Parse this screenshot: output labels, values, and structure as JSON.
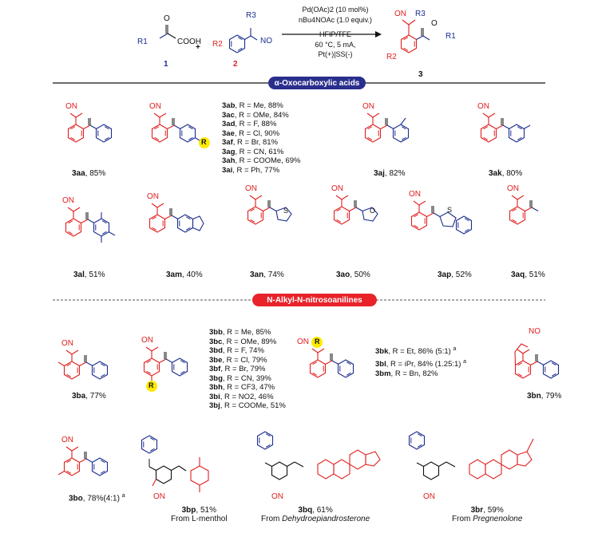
{
  "scheme": {
    "conditions": [
      "Pd(OAc)2 (10 mol%)",
      "nBu4NOAc (1.0 equiv.)",
      "HFIP/TFE",
      "60 °C, 5 mA, Pt(+)|SS(-)"
    ],
    "reactant1_num": "1",
    "reactant2_num": "2",
    "product_num": "3",
    "plus": "+"
  },
  "sections": {
    "s1": "α-Oxocarboxylic acids",
    "s2": "N-Alkyl-N-nitrosoanilines"
  },
  "colors": {
    "red": "#e0201f",
    "blue": "#1c2d8f",
    "pill1": "#2a2e8c",
    "pill2": "#e8232a",
    "yellow": "#ffea00"
  },
  "products_row1": [
    {
      "id": "3aa",
      "yield": "85%"
    },
    {
      "id": "3aj",
      "yield": "82%"
    },
    {
      "id": "3ak",
      "yield": "80%"
    }
  ],
  "list_3ab": [
    {
      "id": "3ab",
      "text": "R = Me, 88%"
    },
    {
      "id": "3ac",
      "text": "R = OMe, 84%"
    },
    {
      "id": "3ad",
      "text": "R = F, 88%"
    },
    {
      "id": "3ae",
      "text": "R = Cl, 90%"
    },
    {
      "id": "3af",
      "text": "R = Br, 81%"
    },
    {
      "id": "3ag",
      "text": "R = CN, 61%"
    },
    {
      "id": "3ah",
      "text": "R = COOMe, 69%"
    },
    {
      "id": "3ai",
      "text": "R = Ph, 77%"
    }
  ],
  "products_row2": [
    {
      "id": "3al",
      "yield": "51%"
    },
    {
      "id": "3am",
      "yield": "40%"
    },
    {
      "id": "3an",
      "yield": "74%"
    },
    {
      "id": "3ao",
      "yield": "50%"
    },
    {
      "id": "3ap",
      "yield": "52%"
    },
    {
      "id": "3aq",
      "yield": "51%"
    }
  ],
  "product_3ba": {
    "id": "3ba",
    "yield": "77%"
  },
  "list_3bb": [
    {
      "id": "3bb",
      "text": "R = Me, 85%"
    },
    {
      "id": "3bc",
      "text": "R = OMe, 89%"
    },
    {
      "id": "3bd",
      "text": "R = F, 74%"
    },
    {
      "id": "3be",
      "text": "R = Cl, 79%"
    },
    {
      "id": "3bf",
      "text": "R = Br, 79%"
    },
    {
      "id": "3bg",
      "text": "R = CN, 39%"
    },
    {
      "id": "3bh",
      "text": "R = CF3, 47%"
    },
    {
      "id": "3bi",
      "text": "R = NO2, 46%"
    },
    {
      "id": "3bj",
      "text": "R = COOMe, 51%"
    }
  ],
  "list_3bk": [
    {
      "id": "3bk",
      "text": "R = Et, 86% (5:1)",
      "sup": "a"
    },
    {
      "id": "3bl",
      "text": "R = iPr, 84% (1.25:1)",
      "sup": "a"
    },
    {
      "id": "3bm",
      "text": "R = Bn, 82%",
      "sup": ""
    }
  ],
  "product_3bn": {
    "id": "3bn",
    "yield": "79%"
  },
  "product_3bo": {
    "id": "3bo",
    "yield": "78%(4:1)",
    "sup": "a"
  },
  "product_3bp": {
    "id": "3bp",
    "yield": "51%",
    "source": "From L-menthol"
  },
  "product_3bq": {
    "id": "3bq",
    "yield": "61%",
    "source_prefix": "From ",
    "source_name": "Dehydroepiandrosterone"
  },
  "product_3br": {
    "id": "3br",
    "yield": "59%",
    "source_prefix": "From ",
    "source_name": "Pregnenolone"
  },
  "atoms": {
    "ON": "ON",
    "N": "N",
    "O": "O",
    "R": "R",
    "R1": "R1",
    "R2": "R2",
    "R3": "R3",
    "COOH": "COOH",
    "S": "S",
    "NO": "NO",
    "H": "H"
  }
}
